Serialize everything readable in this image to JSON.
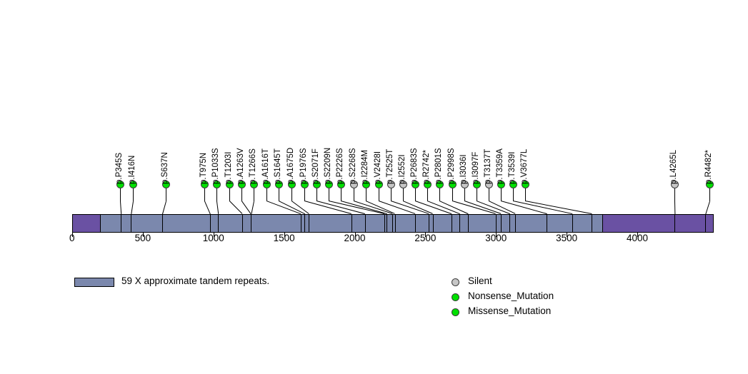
{
  "chart_data": {
    "type": "lollipop",
    "title": "",
    "xlabel": "",
    "ylabel": "",
    "xlim": [
      0,
      4540
    ],
    "axis_ticks": [
      0,
      500,
      1000,
      1500,
      2000,
      2500,
      3000,
      3500,
      4000
    ],
    "grid": false,
    "protein": {
      "start": 0,
      "end": 4540,
      "backbone_color": "#7b88ad",
      "regions": [
        {
          "name": "n-terminal-domain",
          "start": 0,
          "end": 200,
          "color": "#6a51a3"
        },
        {
          "name": "tandem-repeat-region",
          "start": 200,
          "end": 3750,
          "color": "#7b88ad"
        },
        {
          "name": "c-terminal-domain",
          "start": 3750,
          "end": 4540,
          "color": "#6a51a3"
        }
      ]
    },
    "mutations": [
      {
        "label": "p.P345S",
        "position": 345,
        "type": "Missense_Mutation"
      },
      {
        "label": "p.I416N",
        "position": 416,
        "type": "Missense_Mutation"
      },
      {
        "label": "p.S637N",
        "position": 637,
        "type": "Missense_Mutation"
      },
      {
        "label": "p.T975N",
        "position": 975,
        "type": "Missense_Mutation"
      },
      {
        "label": "p.P1033S",
        "position": 1033,
        "type": "Missense_Mutation"
      },
      {
        "label": "p.T1203I",
        "position": 1203,
        "type": "Missense_Mutation"
      },
      {
        "label": "p.A1263V",
        "position": 1263,
        "type": "Missense_Mutation"
      },
      {
        "label": "p.T1266S",
        "position": 1266,
        "type": "Missense_Mutation"
      },
      {
        "label": "p.A1616T",
        "position": 1616,
        "type": "Missense_Mutation"
      },
      {
        "label": "p.S1645T",
        "position": 1645,
        "type": "Missense_Mutation"
      },
      {
        "label": "p.A1675D",
        "position": 1675,
        "type": "Missense_Mutation"
      },
      {
        "label": "p.P1976S",
        "position": 1976,
        "type": "Missense_Mutation"
      },
      {
        "label": "p.S2071F",
        "position": 2071,
        "type": "Missense_Mutation"
      },
      {
        "label": "p.S2209N",
        "position": 2209,
        "type": "Missense_Mutation"
      },
      {
        "label": "p.P2226S",
        "position": 2226,
        "type": "Missense_Mutation"
      },
      {
        "label": "p.S2268S",
        "position": 2268,
        "type": "Silent"
      },
      {
        "label": "p.I2284M",
        "position": 2284,
        "type": "Missense_Mutation"
      },
      {
        "label": "p.V2428I",
        "position": 2428,
        "type": "Missense_Mutation"
      },
      {
        "label": "p.T2525T",
        "position": 2525,
        "type": "Silent"
      },
      {
        "label": "p.I2552I",
        "position": 2552,
        "type": "Silent"
      },
      {
        "label": "p.P2683S",
        "position": 2683,
        "type": "Missense_Mutation"
      },
      {
        "label": "p.R2742*",
        "position": 2742,
        "type": "Nonsense_Mutation"
      },
      {
        "label": "p.P2801S",
        "position": 2801,
        "type": "Missense_Mutation"
      },
      {
        "label": "p.P2998S",
        "position": 2998,
        "type": "Missense_Mutation"
      },
      {
        "label": "p.I3036I",
        "position": 3036,
        "type": "Silent"
      },
      {
        "label": "p.I3097F",
        "position": 3097,
        "type": "Missense_Mutation"
      },
      {
        "label": "p.T3137T",
        "position": 3137,
        "type": "Silent"
      },
      {
        "label": "p.T3359A",
        "position": 3359,
        "type": "Missense_Mutation"
      },
      {
        "label": "p.T3539I",
        "position": 3539,
        "type": "Missense_Mutation"
      },
      {
        "label": "p.V3677L",
        "position": 3677,
        "type": "Missense_Mutation"
      },
      {
        "label": "p.L4265L",
        "position": 4265,
        "type": "Silent"
      },
      {
        "label": "p.R4482*",
        "position": 4482,
        "type": "Nonsense_Mutation"
      }
    ]
  },
  "region_legend": {
    "swatch_color": "#7b88ad",
    "label": "59 X approximate tandem repeats."
  },
  "type_legend": {
    "items": [
      {
        "label": "Silent",
        "color": "#c6c6c6"
      },
      {
        "label": "Nonsense_Mutation",
        "color": "#00e000"
      },
      {
        "label": "Missense_Mutation",
        "color": "#00e000"
      }
    ]
  }
}
